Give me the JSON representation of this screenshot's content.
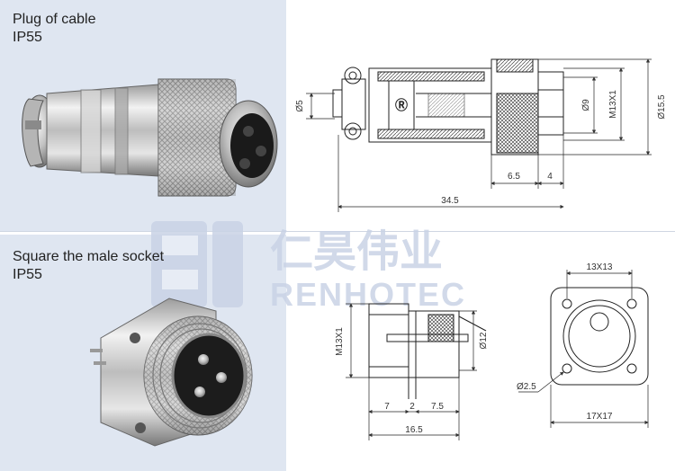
{
  "top_panel": {
    "title_line1": "Plug of cable",
    "title_line2": "IP55"
  },
  "bottom_panel": {
    "title_line1": "Square the male socket",
    "title_line2": "IP55"
  },
  "watermark": {
    "cn_text": "仁昊伟业",
    "en_text": "RENHOTEC"
  },
  "plug_drawing": {
    "dim_total_length": "34.5",
    "dim_knurl_length": "6.5",
    "dim_front_length": "4",
    "dim_cable_dia": "Ø5",
    "dim_inner_dia": "Ø9",
    "dim_thread": "M13X1",
    "dim_outer_dia": "Ø15.5"
  },
  "socket_drawing": {
    "dim_thread": "M13X1",
    "dim_body_dia": "Ø12",
    "dim_seg1": "7",
    "dim_seg2": "2",
    "dim_seg3": "7.5",
    "dim_total_length": "16.5"
  },
  "flange_drawing": {
    "dim_hole_spacing": "13X13",
    "dim_flange_size": "17X17",
    "dim_hole_dia": "Ø2.5"
  },
  "colors": {
    "panel_bg": "#dfe6f1",
    "watermark": "#c9d3e6",
    "metal_light": "#e8e8e8",
    "metal_dark": "#6e6e6e"
  }
}
